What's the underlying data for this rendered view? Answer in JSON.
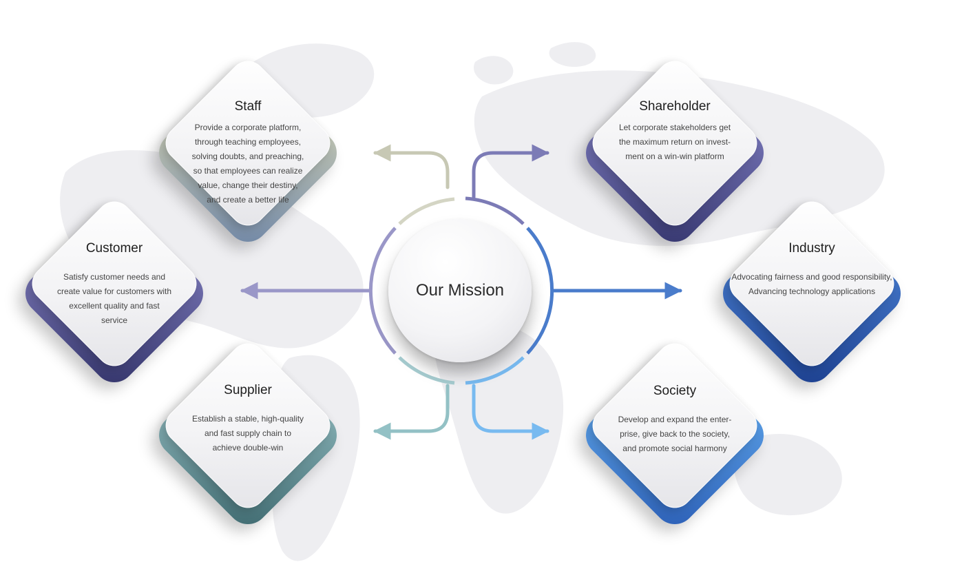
{
  "center": {
    "title": "Our Mission"
  },
  "colors": {
    "staff": "#c7c8b4",
    "customer": "#7a78b4",
    "supplier": "#93c1c5",
    "shareholder": "#7c7bb6",
    "industry": "#4a7ccb",
    "society": "#6aa8ea",
    "map": "#eeeef1"
  },
  "cards": {
    "staff": {
      "title": "Staff",
      "description": "Provide a corporate platform,\nthrough teaching employees,\nsolving doubts, and preaching,\nso that employees can realize\nvalue, change their destiny,\nand create a better life"
    },
    "customer": {
      "title": "Customer",
      "description": "Satisfy customer needs and\ncreate value for customers with\nexcellent quality and fast\nservice"
    },
    "supplier": {
      "title": "Supplier",
      "description": "Establish a stable, high-quality\nand fast supply chain to\nachieve double-win"
    },
    "shareholder": {
      "title": "Shareholder",
      "description": "Let corporate stakeholders get\nthe maximum return on invest-\nment on a win-win platform"
    },
    "industry": {
      "title": "Industry",
      "description": "Advocating fairness and good responsibility,\nAdvancing technology applications"
    },
    "society": {
      "title": "Society",
      "description": "Develop and expand the enter-\nprise, give back to the society,\nand promote social harmony"
    }
  }
}
